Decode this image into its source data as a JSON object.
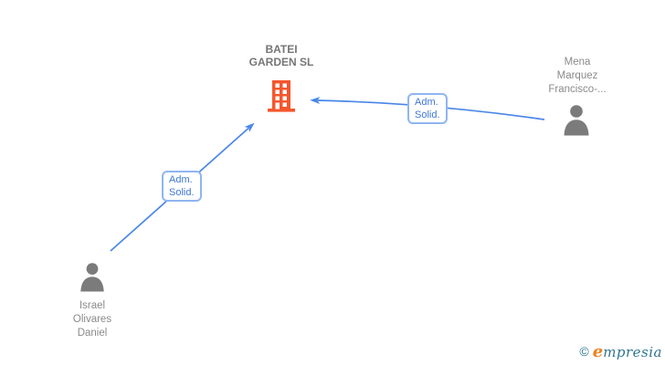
{
  "company": {
    "name_line1": "BATEI",
    "name_line2": "GARDEN SL"
  },
  "people": {
    "israel": {
      "name_line1": "Israel",
      "name_line2": "Olivares",
      "name_line3": "Daniel"
    },
    "mena": {
      "name_line1": "Mena",
      "name_line2": "Marquez",
      "name_line3": "Francisco-..."
    }
  },
  "relationships": {
    "israel_to_company": {
      "label_line1": "Adm.",
      "label_line2": "Solid."
    },
    "mena_to_company": {
      "label_line1": "Adm.",
      "label_line2": "Solid."
    }
  },
  "footer": {
    "copyright_symbol": "©",
    "brand_first_letter": "e",
    "brand_rest": "mpresia"
  },
  "colors": {
    "background": "#ffffff",
    "arrow_blue": "#4a86e8",
    "label_border": "#8fb5f2",
    "label_text": "#3e76d6",
    "building_orange": "#f4572e",
    "person_icon_gray": "#7b7b7b",
    "person_name_gray": "#8a8a8a",
    "company_name_gray": "#767676",
    "brand_teal": "#2e7490",
    "brand_orange": "#f08122"
  }
}
